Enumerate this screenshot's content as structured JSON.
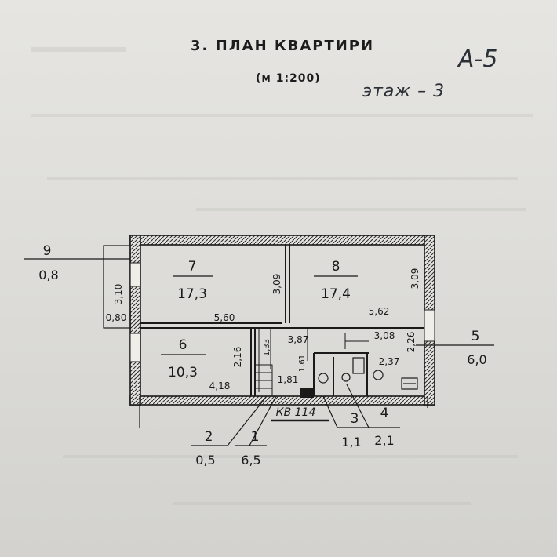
{
  "header": {
    "title": "3. ПЛАН КВАРТИРИ",
    "scale": "(м 1:200)"
  },
  "handwriting": {
    "code": "А-5",
    "floor": "этаж – 3"
  },
  "rooms": [
    {
      "no": "7",
      "area": "17,3"
    },
    {
      "no": "8",
      "area": "17,4"
    },
    {
      "no": "6",
      "area": "10,3"
    },
    {
      "no": "9",
      "area": "0,8"
    },
    {
      "no": "5",
      "area": "6,0"
    },
    {
      "no": "2",
      "area": "0,5"
    },
    {
      "no": "1",
      "area": "6,5"
    },
    {
      "no": "3",
      "area": "1,1"
    },
    {
      "no": "4",
      "area": "2,1"
    }
  ],
  "dimensions": {
    "d_310": "3,10",
    "d_080": "0,80",
    "d_309a": "3,09",
    "d_309b": "3,09",
    "d_560": "5,60",
    "d_562": "5,62",
    "d_216": "2,16",
    "d_133": "1,33",
    "d_387": "3,87",
    "d_161": "1,61",
    "d_308": "3,08",
    "d_226": "2,26",
    "d_237": "2,37",
    "d_418": "4,18",
    "d_181": "1,81"
  },
  "apartment_label": "КВ 114"
}
